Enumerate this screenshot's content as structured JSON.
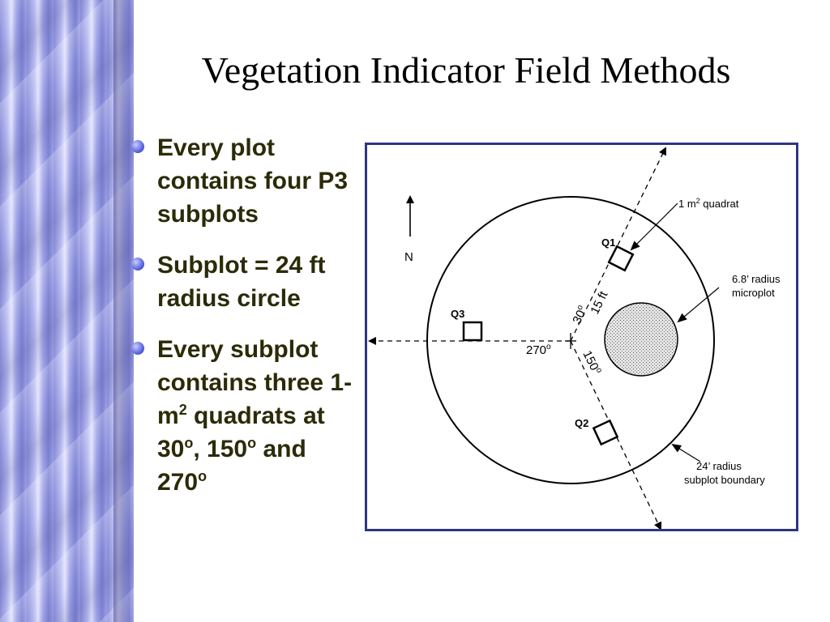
{
  "slide": {
    "title": "Vegetation Indicator Field Methods"
  },
  "bullets": [
    {
      "text": "Every plot contains four P3 subplots"
    },
    {
      "text": "Subplot = 24 ft radius circle"
    },
    {
      "text_before": "Every subplot contains three 1-m",
      "sup": "2",
      "text_mid": " quadrats at 30",
      "sup2": "o",
      "text_mid2": ", 150",
      "sup3": "o",
      "text_mid3": " and 270",
      "sup4": "o"
    }
  ],
  "diagram": {
    "north_label": "N",
    "quadrat_label": "1 m",
    "quadrat_label_sup": "2",
    "quadrat_label_rest": " quadrat",
    "microplot_label_1": "6.8’ radius",
    "microplot_label_2": "microplot",
    "boundary_label_1": "24’ radius",
    "boundary_label_2": "subplot boundary",
    "q1": "Q1",
    "q2": "Q2",
    "q3": "Q3",
    "angle_30": "30",
    "angle_30_sup": "o",
    "angle_150": "150",
    "angle_150_sup": "o",
    "angle_270": "270",
    "angle_270_sup": "o",
    "distance": "15 ft"
  }
}
